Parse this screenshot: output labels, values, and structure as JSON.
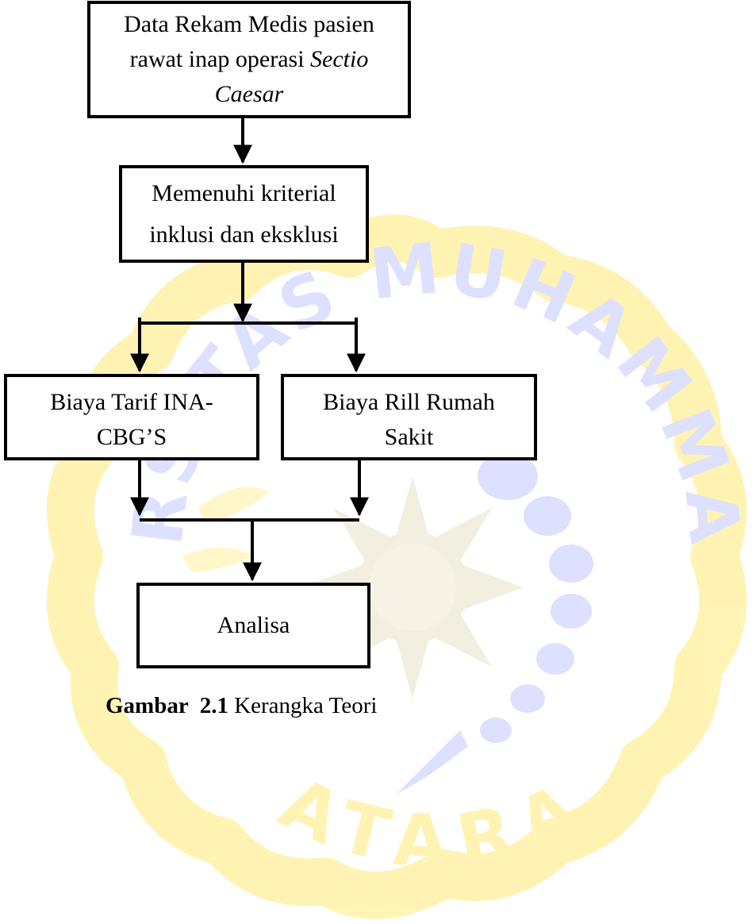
{
  "nodes": {
    "data_rekam_medis": {
      "line1": "Data Rekam Medis pasien",
      "line2": "rawat inap operasi",
      "line2_italic": "Sectio",
      "line3_italic": "Caesar"
    },
    "kriteria": {
      "line1": "Memenuhi kriterial",
      "line2": "inklusi dan eksklusi"
    },
    "tarif_ina_cbg": {
      "line1": "Biaya Tarif INA-",
      "line2": "CBG’S"
    },
    "biaya_rill": {
      "line1": "Biaya Rill Rumah",
      "line2": "Sakit"
    },
    "analisa": {
      "line1": "Analisa"
    }
  },
  "caption": {
    "label": "Gambar  2.1",
    "title": "Kerangka Teori"
  },
  "watermark": {
    "top_text": "UNIVERSITAS MUHAMMADIYAH",
    "bottom_text": "MATARAM",
    "color": "#fff3b0",
    "petal_color": "#d8dcff"
  }
}
